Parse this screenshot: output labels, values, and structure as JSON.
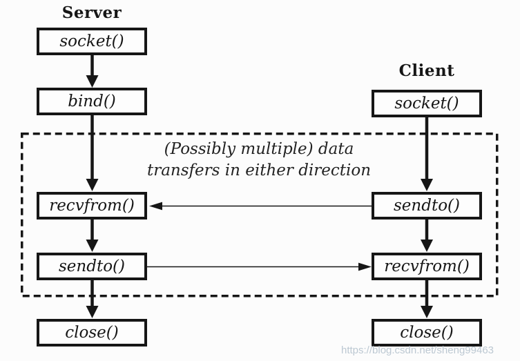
{
  "diagram": {
    "title_context": "UDP client-server socket call flow",
    "server": {
      "title": "Server",
      "boxes": [
        {
          "label": "socket()"
        },
        {
          "label": "bind()"
        },
        {
          "label": "recvfrom()"
        },
        {
          "label": "sendto()"
        },
        {
          "label": "close()"
        }
      ]
    },
    "client": {
      "title": "Client",
      "boxes": [
        {
          "label": "socket()"
        },
        {
          "label": "sendto()"
        },
        {
          "label": "recvfrom()"
        },
        {
          "label": "close()"
        }
      ]
    },
    "annotation": {
      "line1": "(Possibly multiple) data",
      "line2": "transfers in either direction"
    },
    "watermark": "https://blog.csdn.net/sheng99463",
    "colors": {
      "line": "#161616",
      "background": "#fcfcfc",
      "watermark": "#b0beca"
    }
  }
}
